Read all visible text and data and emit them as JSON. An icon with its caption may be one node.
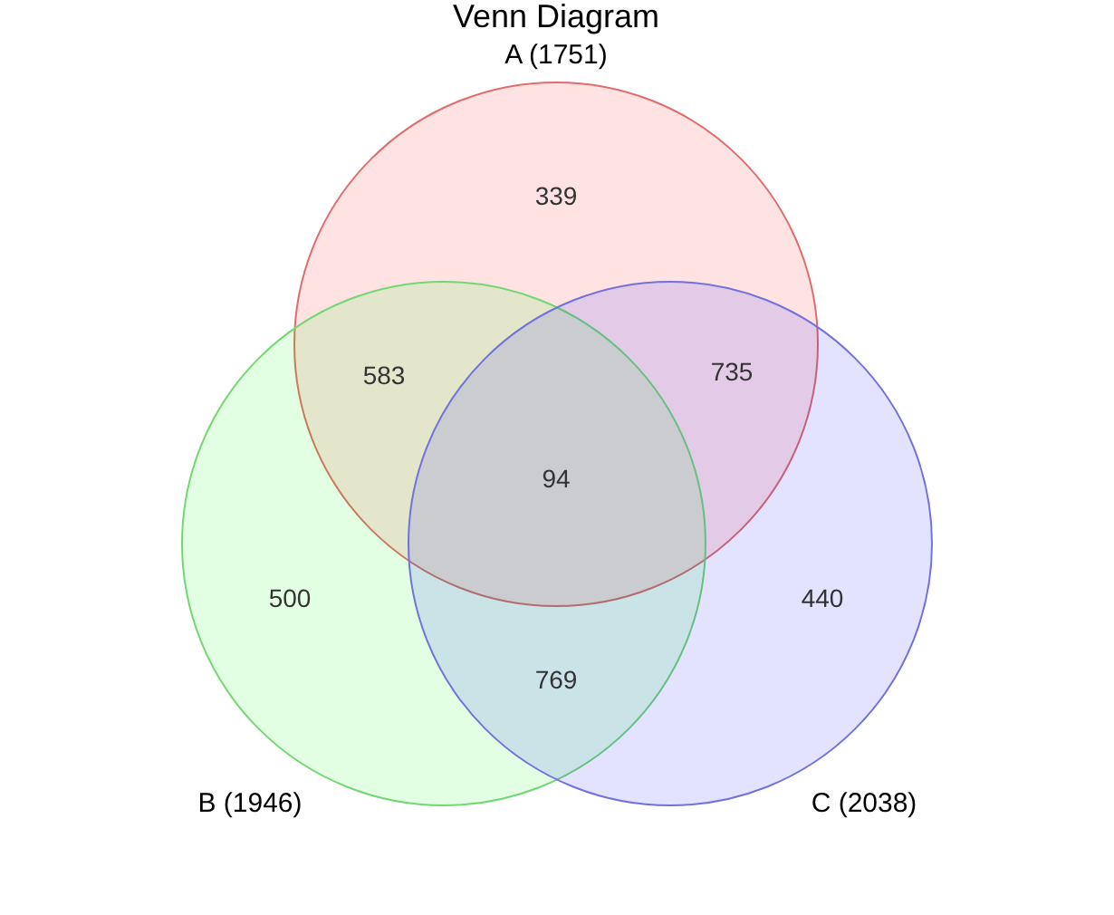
{
  "diagram": {
    "title": "Venn Diagram",
    "nodes": [
      {
        "text": [
          "A (1751)"
        ]
      },
      {
        "text": [
          "B (1946)"
        ]
      },
      {
        "text": [
          "C (2038)"
        ]
      }
    ],
    "labels": [
      "339",
      "583",
      "735",
      "94",
      "500",
      "440",
      "769"
    ]
  }
}
